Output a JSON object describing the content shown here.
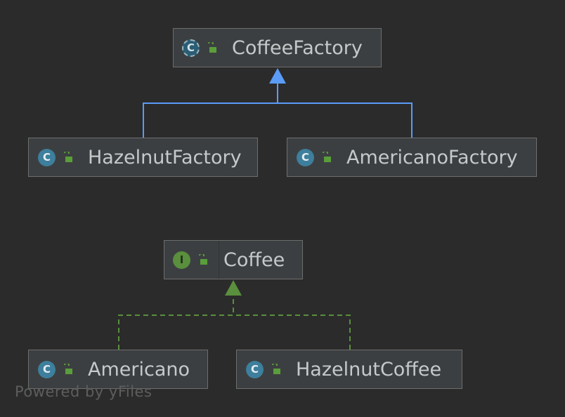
{
  "colors": {
    "background": "#2b2b2b",
    "node_fill": "#3c3f41",
    "node_border": "#6d6d6d",
    "text": "#c6c9ca",
    "class_icon": "#3d7f9c",
    "interface_icon": "#5a8f3d",
    "lock_icon": "#5a9e3b",
    "extends_edge": "#5a9cf8",
    "implements_edge": "#5a8f3d"
  },
  "nodes": {
    "coffee_factory": {
      "name": "CoffeeFactory",
      "kind_letter": "C",
      "kind": "abstract-class"
    },
    "hazelnut_factory": {
      "name": "HazelnutFactory",
      "kind_letter": "C",
      "kind": "class"
    },
    "americano_factory": {
      "name": "AmericanoFactory",
      "kind_letter": "C",
      "kind": "class"
    },
    "coffee": {
      "name": "Coffee",
      "kind_letter": "I",
      "kind": "interface"
    },
    "americano": {
      "name": "Americano",
      "kind_letter": "C",
      "kind": "class"
    },
    "hazelnut_coffee": {
      "name": "HazelnutCoffee",
      "kind_letter": "C",
      "kind": "class"
    }
  },
  "edges": [
    {
      "from": "HazelnutFactory",
      "to": "CoffeeFactory",
      "type": "extends"
    },
    {
      "from": "AmericanoFactory",
      "to": "CoffeeFactory",
      "type": "extends"
    },
    {
      "from": "Americano",
      "to": "Coffee",
      "type": "implements"
    },
    {
      "from": "HazelnutCoffee",
      "to": "Coffee",
      "type": "implements"
    }
  ],
  "watermark": "Powered by yFiles"
}
